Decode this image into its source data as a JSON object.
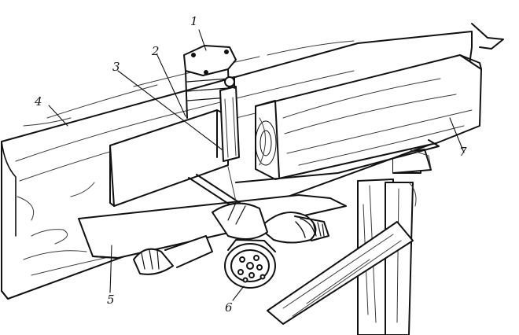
{
  "colors": {
    "ink": "#111111",
    "paper": "#ffffff",
    "grain": "#3a3a3a"
  },
  "callouts": [
    {
      "id": "1",
      "label": "1"
    },
    {
      "id": "2",
      "label": "2"
    },
    {
      "id": "3",
      "label": "3"
    },
    {
      "id": "4",
      "label": "4"
    },
    {
      "id": "5",
      "label": "5"
    },
    {
      "id": "6",
      "label": "6"
    },
    {
      "id": "7",
      "label": "7"
    }
  ]
}
